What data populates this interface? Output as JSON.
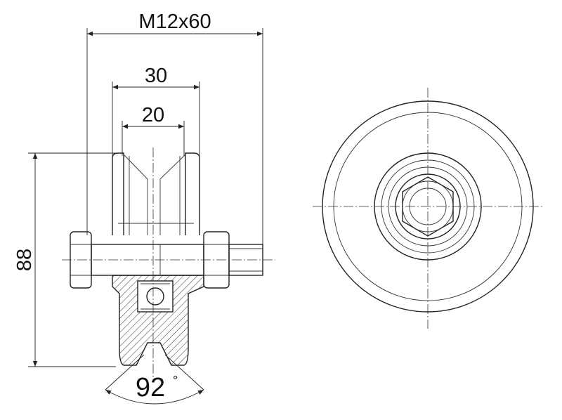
{
  "dimensions": {
    "bolt_spec": "M12x60",
    "width_outer": "30",
    "width_inner": "20",
    "diameter": "88",
    "groove_angle": "92",
    "degree_symbol": "°"
  },
  "colors": {
    "line": "#222222",
    "background": "#ffffff"
  }
}
